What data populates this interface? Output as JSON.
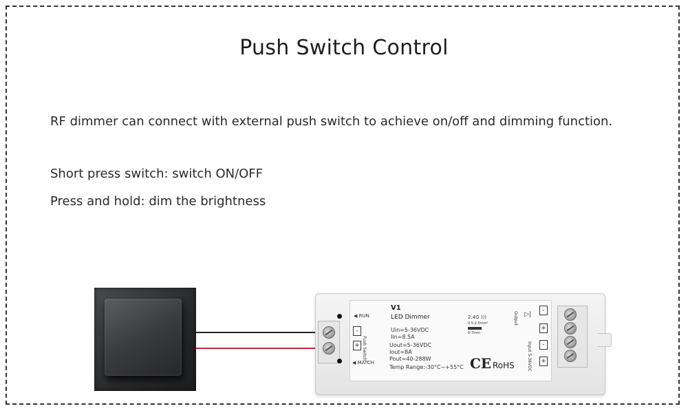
{
  "title": "Push Switch Control",
  "description": "RF dimmer can connect with external push switch to achieve on/off and dimming function.",
  "instructions": [
    "Short press switch: switch ON/OFF",
    "Press and hold: dim the brightness"
  ],
  "device": {
    "model": "V1",
    "name": "LED Dimmer",
    "run_label": "RUN",
    "match_label": "MATCH",
    "push_switch_label": "Push Switch",
    "input_spec": [
      "Uin=5-36VDC",
      "Iin=8.5A"
    ],
    "output_spec": [
      "Uout=5-36VDC",
      "Iout=8A",
      "Pout=40-288W"
    ],
    "temp_range": "Temp Range:-30°C~+55°C",
    "rf_label": "2.4G",
    "wire_size": "0.5-2.5mm²",
    "strip_length": "6-7mm",
    "output_label": "Output",
    "input_label": "Input 5-36VDC",
    "ce_mark": "CE",
    "rohs": "RoHS",
    "term_minus": "-",
    "term_plus": "+"
  },
  "colors": {
    "wire_black": "#222222",
    "wire_red": "#c62828"
  }
}
